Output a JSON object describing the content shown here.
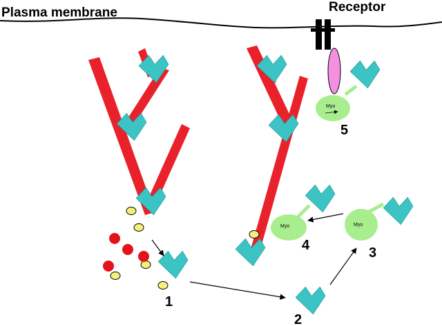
{
  "labels": {
    "membrane": "Plasma membrane",
    "receptor": "Receptor",
    "step1": "1",
    "step2": "2",
    "step3": "3",
    "step4": "4",
    "step5": "5",
    "myo": "Myo"
  },
  "colors": {
    "filament": "#e8212a",
    "arp": "#3cc3c3",
    "myosin": "#a8ee8e",
    "receptor": "#000000",
    "adapter": "#f590e0",
    "cofilin": "#f6f07a",
    "monomer": "#e3131b",
    "line": "#000000"
  }
}
